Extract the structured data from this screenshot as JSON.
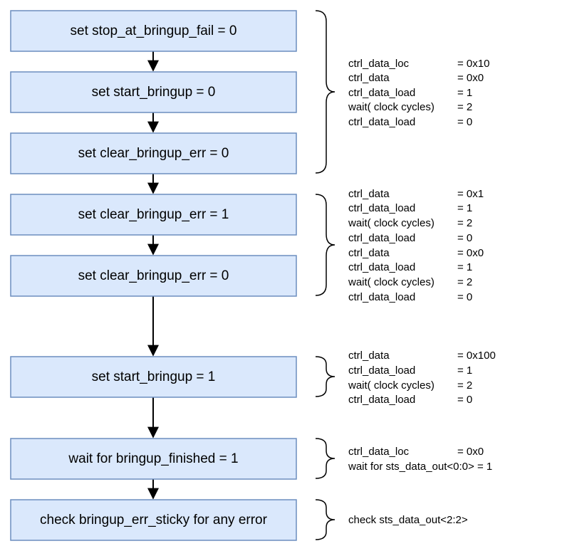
{
  "diagram": {
    "colors": {
      "box_fill": "#dae8fc",
      "box_stroke": "#6c8ebf",
      "arrow": "#000000",
      "brace": "#000000"
    },
    "steps": [
      {
        "label": "set stop_at_bringup_fail = 0"
      },
      {
        "label": "set start_bringup = 0"
      },
      {
        "label": "set clear_bringup_err = 0"
      },
      {
        "label": "set clear_bringup_err = 1"
      },
      {
        "label": "set clear_bringup_err = 0"
      },
      {
        "label": "set start_bringup = 1"
      },
      {
        "label": "wait for bringup_finished = 1"
      },
      {
        "label": "check bringup_err_sticky for any error"
      }
    ],
    "notes": [
      {
        "lines": [
          {
            "name": "ctrl_data_loc",
            "value": "= 0x10"
          },
          {
            "name": "ctrl_data",
            "value": "= 0x0"
          },
          {
            "name": "ctrl_data_load",
            "value": "= 1"
          },
          {
            "name": "wait( clock cycles)",
            "value": "= 2"
          },
          {
            "name": "ctrl_data_load",
            "value": "= 0"
          }
        ]
      },
      {
        "lines": [
          {
            "name": "ctrl_data",
            "value": "= 0x1"
          },
          {
            "name": "ctrl_data_load",
            "value": "= 1"
          },
          {
            "name": "wait( clock cycles)",
            "value": "= 2"
          },
          {
            "name": "ctrl_data_load",
            "value": "= 0"
          },
          {
            "name": "ctrl_data",
            "value": "= 0x0"
          },
          {
            "name": "ctrl_data_load",
            "value": "= 1"
          },
          {
            "name": "wait( clock cycles)",
            "value": "= 2"
          },
          {
            "name": "ctrl_data_load",
            "value": "= 0"
          }
        ]
      },
      {
        "lines": [
          {
            "name": "ctrl_data",
            "value": "= 0x100"
          },
          {
            "name": "ctrl_data_load",
            "value": "= 1"
          },
          {
            "name": "wait( clock cycles)",
            "value": "= 2"
          },
          {
            "name": "ctrl_data_load",
            "value": "= 0"
          }
        ]
      },
      {
        "lines": [
          {
            "name": "ctrl_data_loc",
            "value": "= 0x0"
          },
          {
            "name": "wait for sts_data_out<0:0> = 1",
            "value": ""
          }
        ]
      },
      {
        "lines": [
          {
            "name": "check sts_data_out<2:2>",
            "value": ""
          }
        ]
      }
    ]
  }
}
